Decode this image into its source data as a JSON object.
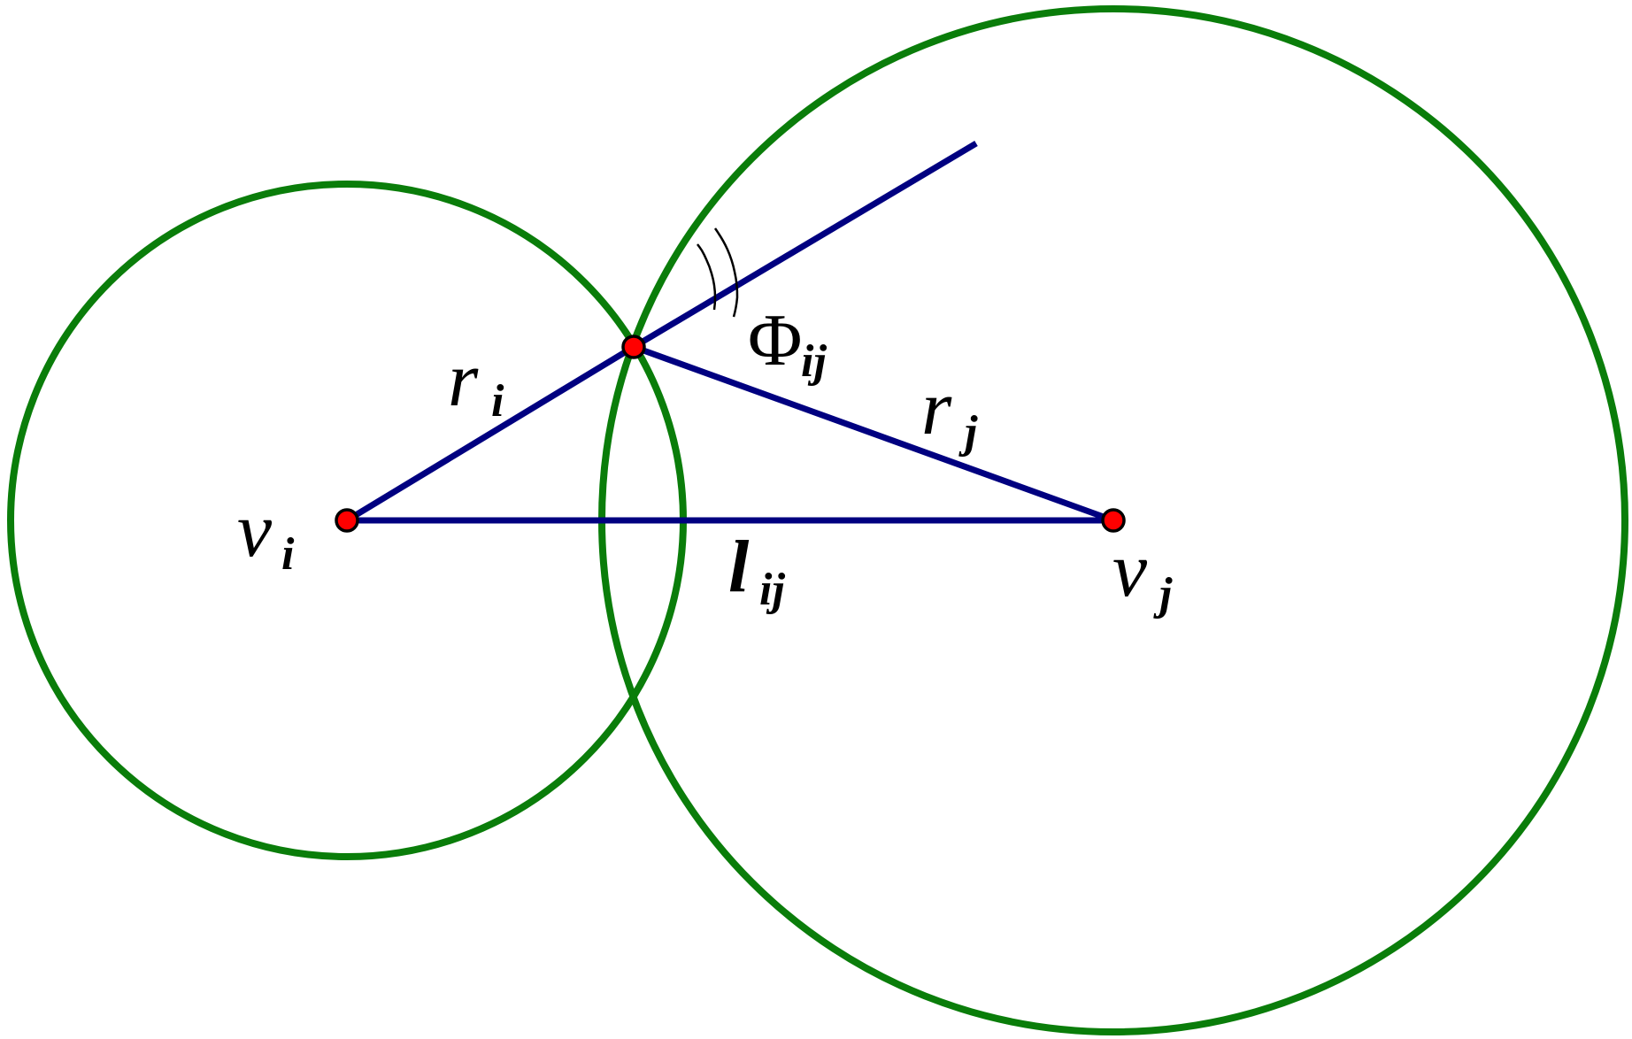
{
  "colors": {
    "circle": "#0a7d0a",
    "edge": "#000080",
    "vertex_fill": "#ff0000",
    "vertex_stroke": "#000000",
    "text": "#000000"
  },
  "labels": {
    "vi": {
      "base": "v",
      "sub": "i"
    },
    "vj": {
      "base": "v",
      "sub": "j"
    },
    "ri": {
      "base": "r",
      "sub": "i"
    },
    "rj": {
      "base": "r",
      "sub": "j"
    },
    "lij": {
      "base": "l",
      "sub": "ij"
    },
    "phi": {
      "base": "Φ",
      "sub": "ij"
    }
  }
}
